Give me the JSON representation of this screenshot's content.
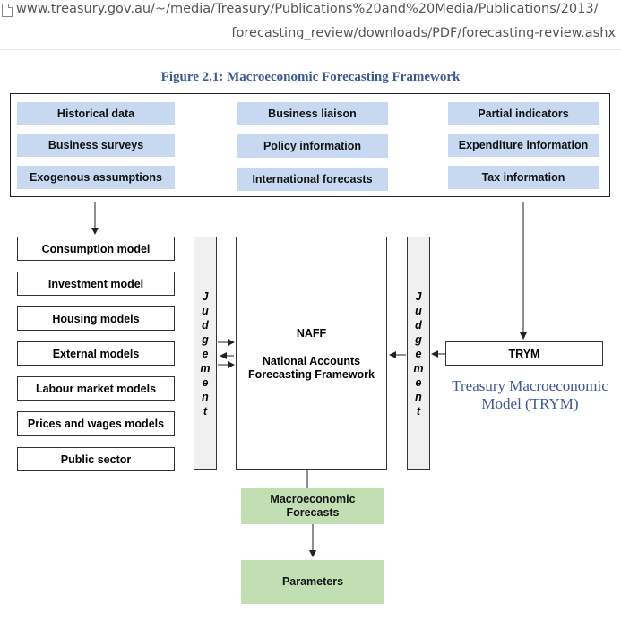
{
  "browser": {
    "url_line1": "www.treasury.gov.au/~/media/Treasury/Publications%20and%20Media/Publications/2013/",
    "url_line2": "forecasting_review/downloads/PDF/forecasting-review.ashx"
  },
  "figure": {
    "title": "Figure 2.1: Macroeconomic Forecasting Framework"
  },
  "inputs": {
    "left": [
      "Historical data",
      "Business surveys",
      "Exogenous assumptions"
    ],
    "center": [
      "Business liaison",
      "Policy information",
      "International forecasts"
    ],
    "right": [
      "Partial indicators",
      "Expenditure information",
      "Tax information"
    ]
  },
  "models": [
    "Consumption model",
    "Investment model",
    "Housing models",
    "External models",
    "Labour market models",
    "Prices and wages models",
    "Public sector"
  ],
  "judgement": {
    "label": "J\nu\nd\ng\ne\nm\ne\nn\nt"
  },
  "naff": {
    "abbr": "NAFF",
    "full": "National Accounts\nForecasting Framework"
  },
  "trym": {
    "label": "TRYM",
    "caption": "Treasury Macroeconomic\nModel (TRYM)"
  },
  "outputs": {
    "forecasts": "Macroeconomic\nForecasts",
    "parameters": "Parameters"
  },
  "colors": {
    "input_chip": "#c6d9f1",
    "output_box": "#c2dfb3",
    "title_blue": "#3d5a95"
  }
}
